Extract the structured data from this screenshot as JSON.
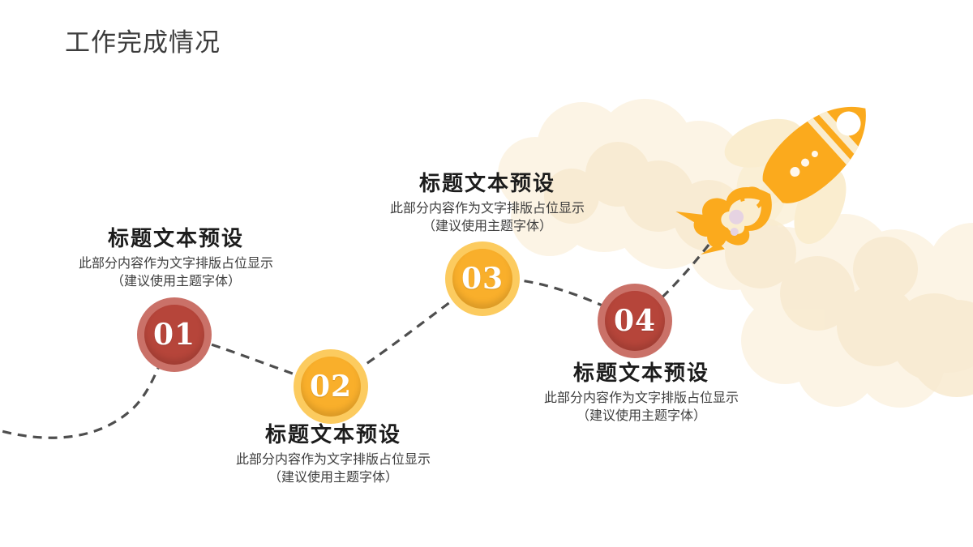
{
  "slide": {
    "title": "工作完成情况"
  },
  "steps": [
    {
      "number": "01",
      "title": "标题文本预设",
      "desc_line1": "此部分内容作为文字排版占位显示",
      "desc_line2": "（建议使用主题字体）",
      "fill_color": "#B6453A",
      "ring_color": "#CA7168"
    },
    {
      "number": "02",
      "title": "标题文本预设",
      "desc_line1": "此部分内容作为文字排版占位显示",
      "desc_line2": "（建议使用主题字体）",
      "fill_color": "#F9AF2B",
      "ring_color": "#FCCB5F"
    },
    {
      "number": "03",
      "title": "标题文本预设",
      "desc_line1": "此部分内容作为文字排版占位显示",
      "desc_line2": "（建议使用主题字体）",
      "fill_color": "#F9AF2B",
      "ring_color": "#FCCB5F"
    },
    {
      "number": "04",
      "title": "标题文本预设",
      "desc_line1": "此部分内容作为文字排版占位显示",
      "desc_line2": "（建议使用主题字体）",
      "fill_color": "#B6453A",
      "ring_color": "#CA7168"
    }
  ],
  "decor": {
    "title_color": "#3C3C3C",
    "heading_color": "#1C1C1C",
    "body_color": "#3E3E3E",
    "number_color": "#FFFFFF",
    "path_color": "#4E4E4E",
    "rocket_orange": "#FBAA1D",
    "rocket_cream": "#FAEDCF",
    "flame_lavender": "#E6D3E2",
    "cloud_light": "#FCF3E3",
    "cloud_mid": "#F8EAD0"
  }
}
